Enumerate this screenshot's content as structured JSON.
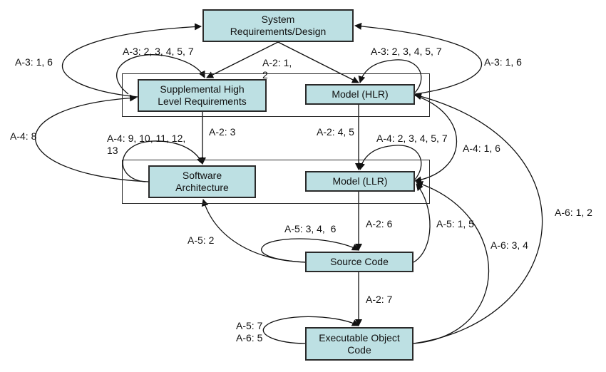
{
  "diagram": {
    "colors": {
      "node_fill": "#bde0e3",
      "stroke": "#2a2a2a"
    },
    "nodes": {
      "system": {
        "label": "System\nRequirements/Design"
      },
      "supp_hlr": {
        "label": "Supplemental High\nLevel Requirements"
      },
      "model_hlr": {
        "label": "Model (HLR)"
      },
      "sw_arch": {
        "label": "Software\nArchitecture"
      },
      "model_llr": {
        "label": "Model (LLR)"
      },
      "source": {
        "label": "Source Code"
      },
      "exec": {
        "label": "Executable Object\nCode"
      }
    },
    "edges": [
      {
        "id": "e1",
        "from": "system",
        "to": "supp_hlr",
        "label": "A-2: 1,\n2"
      },
      {
        "id": "e2",
        "from": "system",
        "to": "model_hlr",
        "label": ""
      },
      {
        "id": "e3",
        "from": "supp_hlr",
        "to": "system",
        "label": "A-3: 1, 6"
      },
      {
        "id": "e4",
        "from": "supp_hlr",
        "to": "supp_hlr",
        "label": "A-3: 2, 3, 4, 5, 7"
      },
      {
        "id": "e5",
        "from": "model_hlr",
        "to": "model_hlr",
        "label": "A-3: 2, 3, 4, 5, 7"
      },
      {
        "id": "e6",
        "from": "model_hlr",
        "to": "system",
        "label": "A-3: 1, 6"
      },
      {
        "id": "e7",
        "from": "sw_arch",
        "to": "supp_hlr",
        "label": "A-4: 8"
      },
      {
        "id": "e8",
        "from": "sw_arch",
        "to": "sw_arch",
        "label": "A-4: 9, 10, 11, 12,\n13"
      },
      {
        "id": "e9",
        "from": "supp_hlr",
        "to": "sw_arch",
        "label": "A-2: 3"
      },
      {
        "id": "e10",
        "from": "model_hlr",
        "to": "model_llr",
        "label": "A-2: 4, 5"
      },
      {
        "id": "e11",
        "from": "model_llr",
        "to": "model_llr",
        "label": "A-4: 2, 3, 4, 5, 7"
      },
      {
        "id": "e12",
        "from": "model_hlr",
        "to": "model_llr",
        "label": "A-4: 1, 6"
      },
      {
        "id": "e13",
        "from": "exec",
        "to": "model_hlr",
        "label": "A-6: 1, 2"
      },
      {
        "id": "e14",
        "from": "model_llr",
        "to": "source",
        "label": "A-2: 6"
      },
      {
        "id": "e15",
        "from": "source",
        "to": "sw_arch",
        "label": "A-5: 2"
      },
      {
        "id": "e16",
        "from": "source",
        "to": "source",
        "label": "A-5: 3, 4,  6"
      },
      {
        "id": "e17",
        "from": "source",
        "to": "model_llr",
        "label": "A-5: 1, 5"
      },
      {
        "id": "e18",
        "from": "exec",
        "to": "model_llr",
        "label": "A-6: 3, 4"
      },
      {
        "id": "e19",
        "from": "source",
        "to": "exec",
        "label": "A-2: 7"
      },
      {
        "id": "e20",
        "from": "exec",
        "to": "exec",
        "label": "A-5: 7\nA-6: 5"
      }
    ]
  }
}
